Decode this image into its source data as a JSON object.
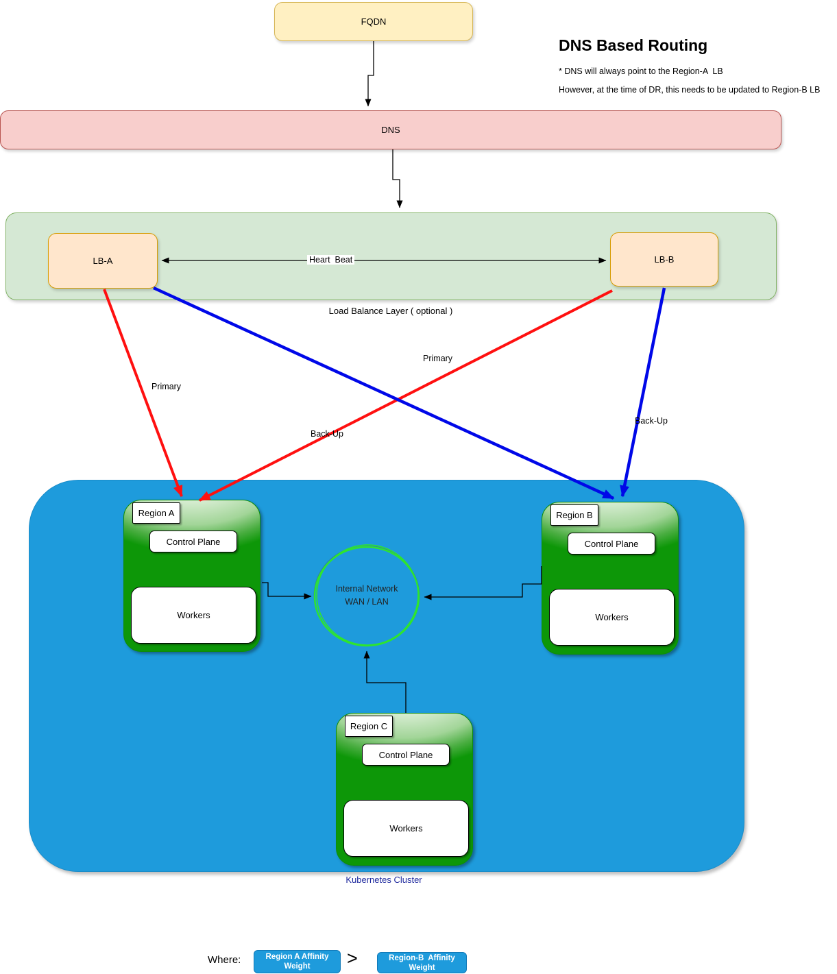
{
  "title": "DNS Based Routing",
  "notes": [
    "* DNS will always point to the Region-A  LB",
    "However, at the time of DR, this needs to be updated to Region-B LB"
  ],
  "nodes": {
    "fqdn": "FQDN",
    "dns": "DNS",
    "lb_a": "LB-A",
    "lb_b": "LB-B"
  },
  "lb_layer": {
    "caption": "Load Balance Layer ( optional )",
    "heartbeat_label": "Heart  Beat"
  },
  "edge_labels": {
    "primary_a": "Primary",
    "primary_b": "Primary",
    "backup_a": "Back-Up",
    "backup_b": "Back-Up"
  },
  "cluster": {
    "caption": "Kubernetes Cluster",
    "network_line1": "Internal Network",
    "network_line2": "WAN / LAN"
  },
  "regions": [
    {
      "label": "Region A",
      "control_plane": "Control Plane",
      "workers": "Workers"
    },
    {
      "label": "Region B",
      "control_plane": "Control Plane",
      "workers": "Workers"
    },
    {
      "label": "Region C",
      "control_plane": "Control Plane",
      "workers": "Workers"
    }
  ],
  "legend": {
    "where": "Where:",
    "left_badge": "Region A Affinity Weight",
    "operator": ">",
    "right_badge": "Region-B  Affinity Weight"
  },
  "colors": {
    "fqdn_fill": "#fff0c2",
    "fqdn_border": "#d6b656",
    "dns_fill": "#f8cecc",
    "dns_border": "#b85450",
    "lb_layer_fill": "#d5e8d4",
    "lb_layer_border": "#82b366",
    "lb_fill": "#ffe6cc",
    "lb_border": "#d79b00",
    "cluster_fill": "#1e9bdc",
    "region_green": "#0d9708",
    "primary_arrow": "#ff1010",
    "backup_arrow": "#0008e8",
    "network_circle": "#2ee52e",
    "cluster_caption_text": "#1f2a9e"
  }
}
